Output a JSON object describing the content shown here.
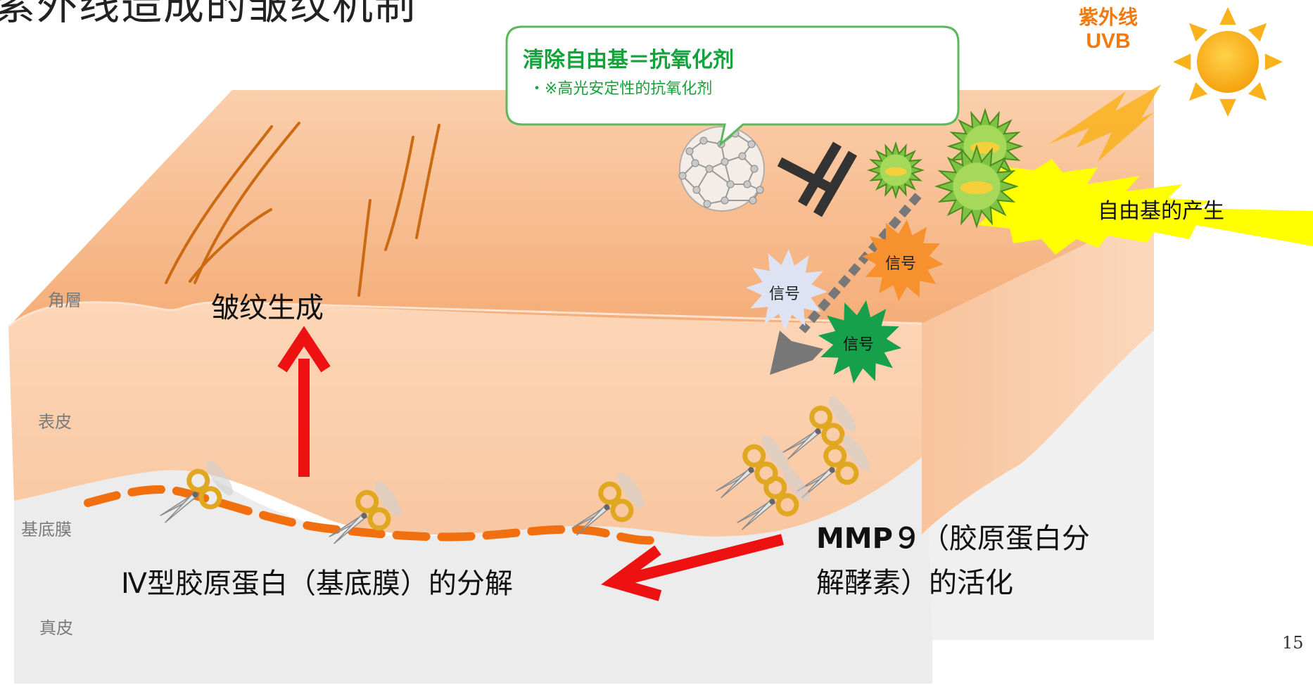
{
  "title": "紫外线造成的皱纹机制",
  "uv": {
    "line1": "紫外线",
    "line2": "UVB"
  },
  "callout": {
    "title": "清除自由基＝抗氧化剂",
    "bullet": "・※高光安定性的抗氧化剂"
  },
  "radicals_label": "自由基的产生",
  "signals": [
    "信号",
    "信号",
    "信号"
  ],
  "layers": [
    "角層",
    "表皮",
    "基底膜",
    "真皮"
  ],
  "wrinkle_label": "皱纹生成",
  "mmp9": {
    "line1_bold": "MMP９",
    "line1_rest": "（胶原蛋白分",
    "line2": "解酵素）的活化"
  },
  "collagen_label": "Ⅳ型胶原蛋白（基底膜）的分解",
  "page_number": "15",
  "colors": {
    "skin_top": "#f7bb8c",
    "skin_front": "#fbd0ae",
    "dermis": "#ededed",
    "membrane": "#f26f10",
    "arrow_red": "#ee1111",
    "wrinkle": "#cc6a12",
    "callout_green": "#12a33a",
    "sun": "#f9b21c",
    "starburst": "#ffff00",
    "signal_orange": "#f7912e",
    "signal_lavender": "#dde3f3",
    "signal_green": "#17a04b"
  },
  "icons": [
    "sun-icon",
    "lightning-icon",
    "fullerene-icon",
    "block-symbol-icon",
    "radical-virus-icon",
    "scissors-icon",
    "dotted-arrow-icon"
  ]
}
